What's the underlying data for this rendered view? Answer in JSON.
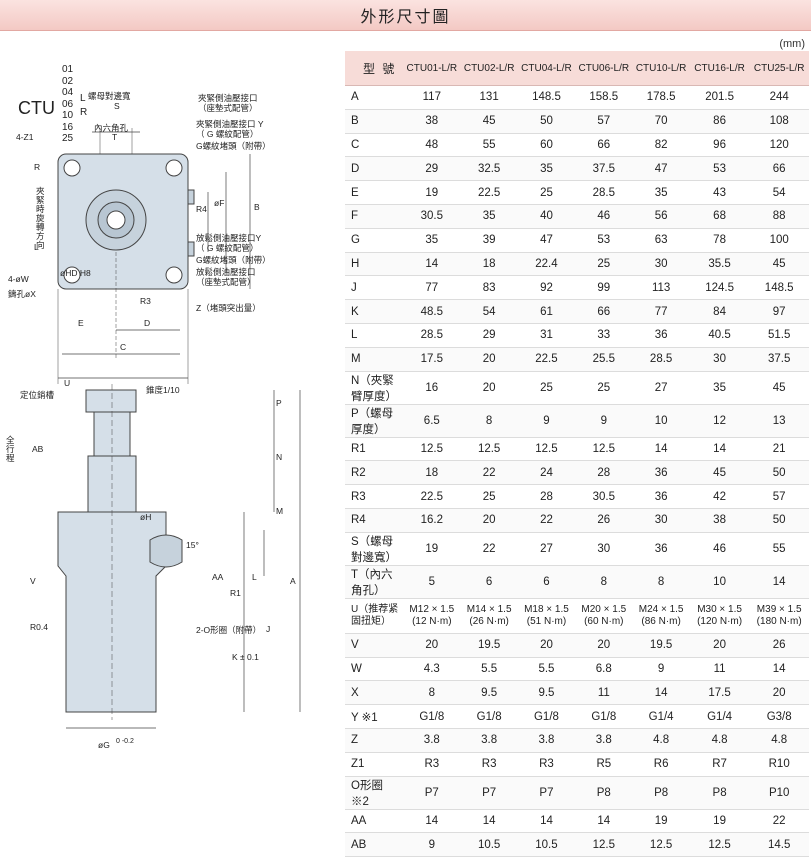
{
  "page_title": "外形尺寸圖",
  "unit": "(mm)",
  "model_code": {
    "base": "CTU",
    "sizes": [
      "01",
      "02",
      "04",
      "06",
      "10",
      "16",
      "25"
    ],
    "lr": [
      "L",
      "R"
    ],
    "separator": "-"
  },
  "drawing_labels": {
    "nut_across_flats": "螺母對邊寬",
    "s": "S",
    "hex_hole": "內六角孔",
    "t": "T",
    "four_z1": "4-Z1",
    "r_side": "R",
    "l_side": "L",
    "clamp_rotation": "夾緊時旋轉方向",
    "four_w": "4-øW",
    "counterbore_x": "鑄孔øX",
    "hd_h8": "øHD H8",
    "clamp_port_gasket_1": "夾緊側油壓接口",
    "clamp_port_gasket_2": "（座墊式配管）",
    "clamp_port_y_1": "夾緊側油壓接口 Y",
    "clamp_port_y_2": "（ G 螺紋配管）",
    "g_plug_1": "G螺紋堵頭（附帶）",
    "release_port_y_1": "放鬆側油壓接口Y",
    "release_port_y_2": "（ G 螺紋配管）",
    "g_plug_2": "G螺紋堵頭（附帶）",
    "release_port_gasket_1": "放鬆側油壓接口",
    "release_port_gasket_2": "（座墊式配管）",
    "z_note": "Z（堵頭突出量）",
    "dims": {
      "r4": "R4",
      "phi_f": "øF",
      "b": "B",
      "r3": "R3",
      "e": "E",
      "d": "D",
      "c": "C"
    },
    "locating_groove": "定位銷槽",
    "u": "U",
    "taper": "錐度1/10",
    "full_stroke": "全行程",
    "ab": "AB",
    "p": "P",
    "n": "N",
    "m": "M",
    "phi_h": "øH",
    "angle_15": "15°",
    "v": "V",
    "aa": "AA",
    "r1": "R1",
    "l_dim": "L",
    "a_dim": "A",
    "r0_4": "R0.4",
    "two_o_ring": "2-O形圈（附帶）",
    "j_dim": "J",
    "k_dim": "K ± 0.1",
    "phi_g": "øG",
    "g_tol": "0 -0.2"
  },
  "table": {
    "header_label": "型 號",
    "columns": [
      "CTU01-L/R",
      "CTU02-L/R",
      "CTU04-L/R",
      "CTU06-L/R",
      "CTU10-L/R",
      "CTU16-L/R",
      "CTU25-L/R"
    ],
    "rows": [
      {
        "label": "A",
        "values": [
          "117",
          "131",
          "148.5",
          "158.5",
          "178.5",
          "201.5",
          "244"
        ]
      },
      {
        "label": "B",
        "values": [
          "38",
          "45",
          "50",
          "57",
          "70",
          "86",
          "108"
        ]
      },
      {
        "label": "C",
        "values": [
          "48",
          "55",
          "60",
          "66",
          "82",
          "96",
          "120"
        ]
      },
      {
        "label": "D",
        "values": [
          "29",
          "32.5",
          "35",
          "37.5",
          "47",
          "53",
          "66"
        ]
      },
      {
        "label": "E",
        "values": [
          "19",
          "22.5",
          "25",
          "28.5",
          "35",
          "43",
          "54"
        ]
      },
      {
        "label": "F",
        "values": [
          "30.5",
          "35",
          "40",
          "46",
          "56",
          "68",
          "88"
        ]
      },
      {
        "label": "G",
        "values": [
          "35",
          "39",
          "47",
          "53",
          "63",
          "78",
          "100"
        ]
      },
      {
        "label": "H",
        "values": [
          "14",
          "18",
          "22.4",
          "25",
          "30",
          "35.5",
          "45"
        ]
      },
      {
        "label": "J",
        "values": [
          "77",
          "83",
          "92",
          "99",
          "113",
          "124.5",
          "148.5"
        ]
      },
      {
        "label": "K",
        "values": [
          "48.5",
          "54",
          "61",
          "66",
          "77",
          "84",
          "97"
        ]
      },
      {
        "label": "L",
        "values": [
          "28.5",
          "29",
          "31",
          "33",
          "36",
          "40.5",
          "51.5"
        ]
      },
      {
        "label": "M",
        "values": [
          "17.5",
          "20",
          "22.5",
          "25.5",
          "28.5",
          "30",
          "37.5"
        ]
      },
      {
        "label": "N（夾緊臂厚度）",
        "values": [
          "16",
          "20",
          "25",
          "25",
          "27",
          "35",
          "45"
        ]
      },
      {
        "label": "P（螺母厚度）",
        "values": [
          "6.5",
          "8",
          "9",
          "9",
          "10",
          "12",
          "13"
        ]
      },
      {
        "label": "R1",
        "values": [
          "12.5",
          "12.5",
          "12.5",
          "12.5",
          "14",
          "14",
          "21"
        ]
      },
      {
        "label": "R2",
        "values": [
          "18",
          "22",
          "24",
          "28",
          "36",
          "45",
          "50"
        ]
      },
      {
        "label": "R3",
        "values": [
          "22.5",
          "25",
          "28",
          "30.5",
          "36",
          "42",
          "57"
        ]
      },
      {
        "label": "R4",
        "values": [
          "16.2",
          "20",
          "22",
          "26",
          "30",
          "38",
          "50"
        ]
      },
      {
        "label": "S（螺母對邊寬）",
        "values": [
          "19",
          "22",
          "27",
          "30",
          "36",
          "46",
          "55"
        ]
      },
      {
        "label": "T（內六角孔）",
        "values": [
          "5",
          "6",
          "6",
          "8",
          "8",
          "10",
          "14"
        ]
      },
      {
        "label": "U（推荐紧固扭矩）",
        "tall": true,
        "values": [
          "M12 × 1.5 (12 N·m)",
          "M14 × 1.5 (26 N·m)",
          "M18 × 1.5 (51 N·m)",
          "M20 × 1.5 (60 N·m)",
          "M24 × 1.5 (86 N·m)",
          "M30 × 1.5 (120 N·m)",
          "M39 × 1.5 (180 N·m)"
        ]
      },
      {
        "label": "V",
        "values": [
          "20",
          "19.5",
          "20",
          "20",
          "19.5",
          "20",
          "26"
        ]
      },
      {
        "label": "W",
        "values": [
          "4.3",
          "5.5",
          "5.5",
          "6.8",
          "9",
          "11",
          "14"
        ]
      },
      {
        "label": "X",
        "values": [
          "8",
          "9.5",
          "9.5",
          "11",
          "14",
          "17.5",
          "20"
        ]
      },
      {
        "label": "Y ※1",
        "values": [
          "G1/8",
          "G1/8",
          "G1/8",
          "G1/8",
          "G1/4",
          "G1/4",
          "G3/8"
        ]
      },
      {
        "label": "Z",
        "values": [
          "3.8",
          "3.8",
          "3.8",
          "3.8",
          "4.8",
          "4.8",
          "4.8"
        ]
      },
      {
        "label": "Z1",
        "values": [
          "R3",
          "R3",
          "R3",
          "R5",
          "R6",
          "R7",
          "R10"
        ]
      },
      {
        "label": "O形圈 ※2",
        "values": [
          "P7",
          "P7",
          "P7",
          "P8",
          "P8",
          "P8",
          "P10"
        ]
      },
      {
        "label": "AA",
        "values": [
          "14",
          "14",
          "14",
          "14",
          "19",
          "19",
          "22"
        ]
      },
      {
        "label": "AB",
        "values": [
          "9",
          "10.5",
          "10.5",
          "12.5",
          "12.5",
          "12.5",
          "14.5"
        ]
      }
    ]
  },
  "colors": {
    "body_fill": "#d5dfe8",
    "header_bg": "#f7dcd8",
    "title_bar": "#f3c9c4"
  }
}
